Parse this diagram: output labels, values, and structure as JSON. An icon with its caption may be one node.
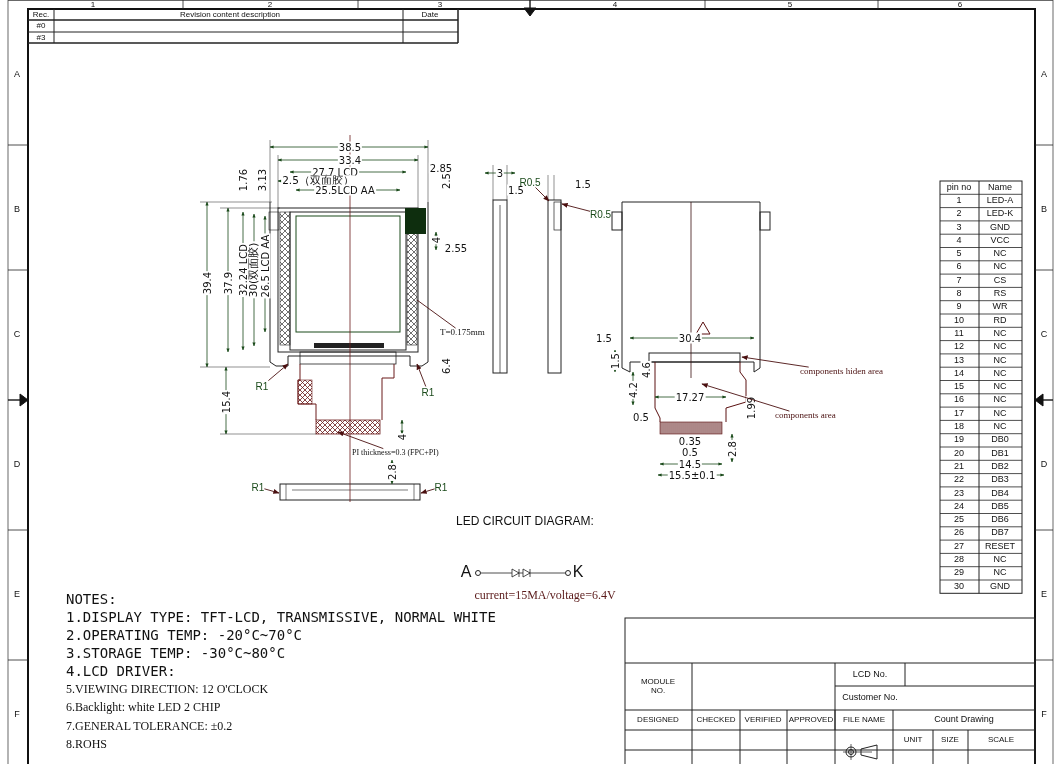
{
  "diagram": {
    "nodes": [
      {
        "text": [
          "R1"
        ]
      },
      {
        "text": [
          "R1"
        ]
      },
      {
        "text": [
          "R1"
        ]
      },
      {
        "text": [
          "R1"
        ]
      },
      {
        "text": [
          "T=0.175mm"
        ]
      },
      {
        "text": [
          "PI thickness=0.3 (FPC+PI)"
        ]
      },
      {
        "text": [
          "R0.5"
        ]
      },
      {
        "text": [
          "R0.5"
        ]
      },
      {
        "text": [
          "components hiden area"
        ]
      },
      {
        "text": [
          "components area"
        ]
      },
      {
        "text": [],
        "shape": "picture"
      },
      {
        "text": [],
        "shape": "picture"
      }
    ],
    "edges": [
      {
        "from": 0,
        "to": null,
        "arrow": "to"
      },
      {
        "from": 1,
        "to": null,
        "arrow": "to"
      },
      {
        "from": 2,
        "to": null,
        "arrow": "to"
      },
      {
        "from": 3,
        "to": null,
        "arrow": "to"
      },
      {
        "from": 4,
        "to": null,
        "arrow": "none"
      },
      {
        "from": 5,
        "to": null,
        "arrow": "to"
      },
      {
        "from": 6,
        "to": 10,
        "arrow": "to"
      },
      {
        "from": 7,
        "to": 10,
        "arrow": "to"
      },
      {
        "from": 8,
        "to": 11,
        "arrow": "to"
      },
      {
        "from": 9,
        "to": 11,
        "arrow": "to"
      }
    ],
    "labels": [
      "1",
      "2",
      "3",
      "4",
      "5",
      "6",
      "A",
      "B",
      "C",
      "D",
      "E",
      "F",
      "A",
      "B",
      "C",
      "D",
      "E",
      "F",
      "Rec.",
      "Revision content description",
      "Date",
      "#0",
      "#3",
      "38.5",
      "33.4",
      "27.7 LCD",
      "2.85",
      "2.5（双面胶）",
      "2.5",
      "25.5LCD AA",
      "1.76",
      "3.13",
      "39.4",
      "37.9",
      "32.24 LCD",
      "30(双面胶)",
      "26.5 LCD AA",
      "4",
      "2.55",
      "6.4",
      "15.4",
      "4",
      "2.8",
      "3",
      "1.5",
      "1.5",
      "1.5",
      "30.4",
      "1.5",
      "4.6",
      "4.2",
      "17.27",
      "1.99",
      "0.5",
      "0.35",
      "0.5",
      "14.5",
      "15.5±0.1",
      "2.8",
      "pin no",
      "Name",
      "1",
      "LED-A",
      "2",
      "LED-K",
      "3",
      "GND",
      "4",
      "VCC",
      "5",
      "NC",
      "6",
      "NC",
      "7",
      "CS",
      "8",
      "RS",
      "9",
      "WR",
      "10",
      "RD",
      "11",
      "NC",
      "12",
      "NC",
      "13",
      "NC",
      "14",
      "NC",
      "15",
      "NC",
      "16",
      "NC",
      "17",
      "NC",
      "18",
      "NC",
      "19",
      "DB0",
      "20",
      "DB1",
      "21",
      "DB2",
      "22",
      "DB3",
      "23",
      "DB4",
      "24",
      "DB5",
      "25",
      "DB6",
      "26",
      "DB7",
      "27",
      "RESET",
      "28",
      "NC",
      "29",
      "NC",
      "30",
      "GND",
      "LED CIRCUIT DIAGRAM:",
      "A",
      "K",
      "NOTES:",
      "current=15MA/voltage=6.4V",
      "1.DISPLAY TYPE:  TFT-LCD, TRANSMISSIVE, NORMAL WHITE",
      "2.OPERATING TEMP:  -20°C~70°C",
      "3.STORAGE TEMP:  -30°C~80°C",
      "4.LCD DRIVER:",
      "5.VIEWING DIRECTION:  12 O'CLOCK",
      "6.Backlight: white LED 2 CHIP",
      "7.GENERAL TOLERANCE:  ±0.2",
      "8.ROHS",
      "MODULE NO.",
      "LCD No.",
      "Customer No.",
      "DESIGNED",
      "CHECKED",
      "VERIFIED",
      "APPROVED",
      "FILE NAME",
      "Count Drawing",
      "UNIT",
      "SIZE",
      "SCALE"
    ]
  }
}
